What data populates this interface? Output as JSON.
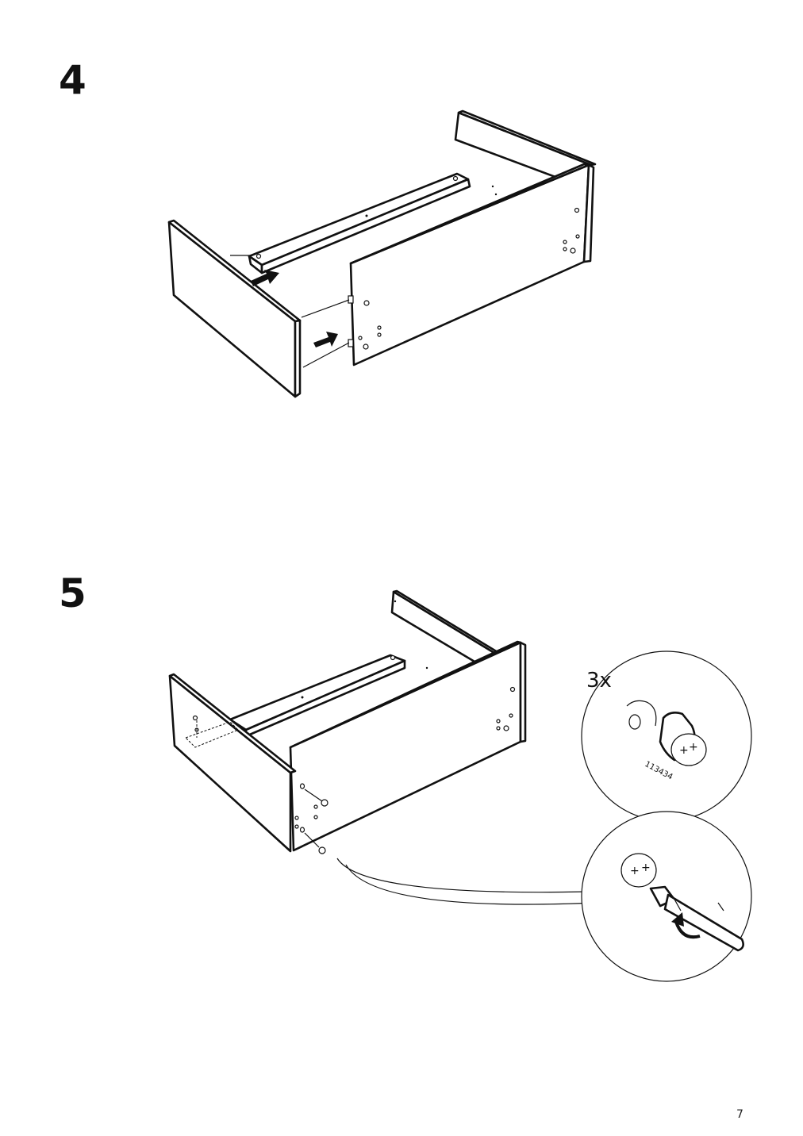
{
  "page": {
    "number": "7"
  },
  "steps": [
    {
      "number": "4"
    },
    {
      "number": "5",
      "detail": {
        "quantity": "3x",
        "part_number": "113434"
      }
    }
  ],
  "colors": {
    "ink": "#111111",
    "paper": "#ffffff"
  },
  "icons": [
    "arrow-push-icon",
    "cam-lock-icon",
    "screwdriver-icon",
    "rotate-clockwise-icon"
  ]
}
